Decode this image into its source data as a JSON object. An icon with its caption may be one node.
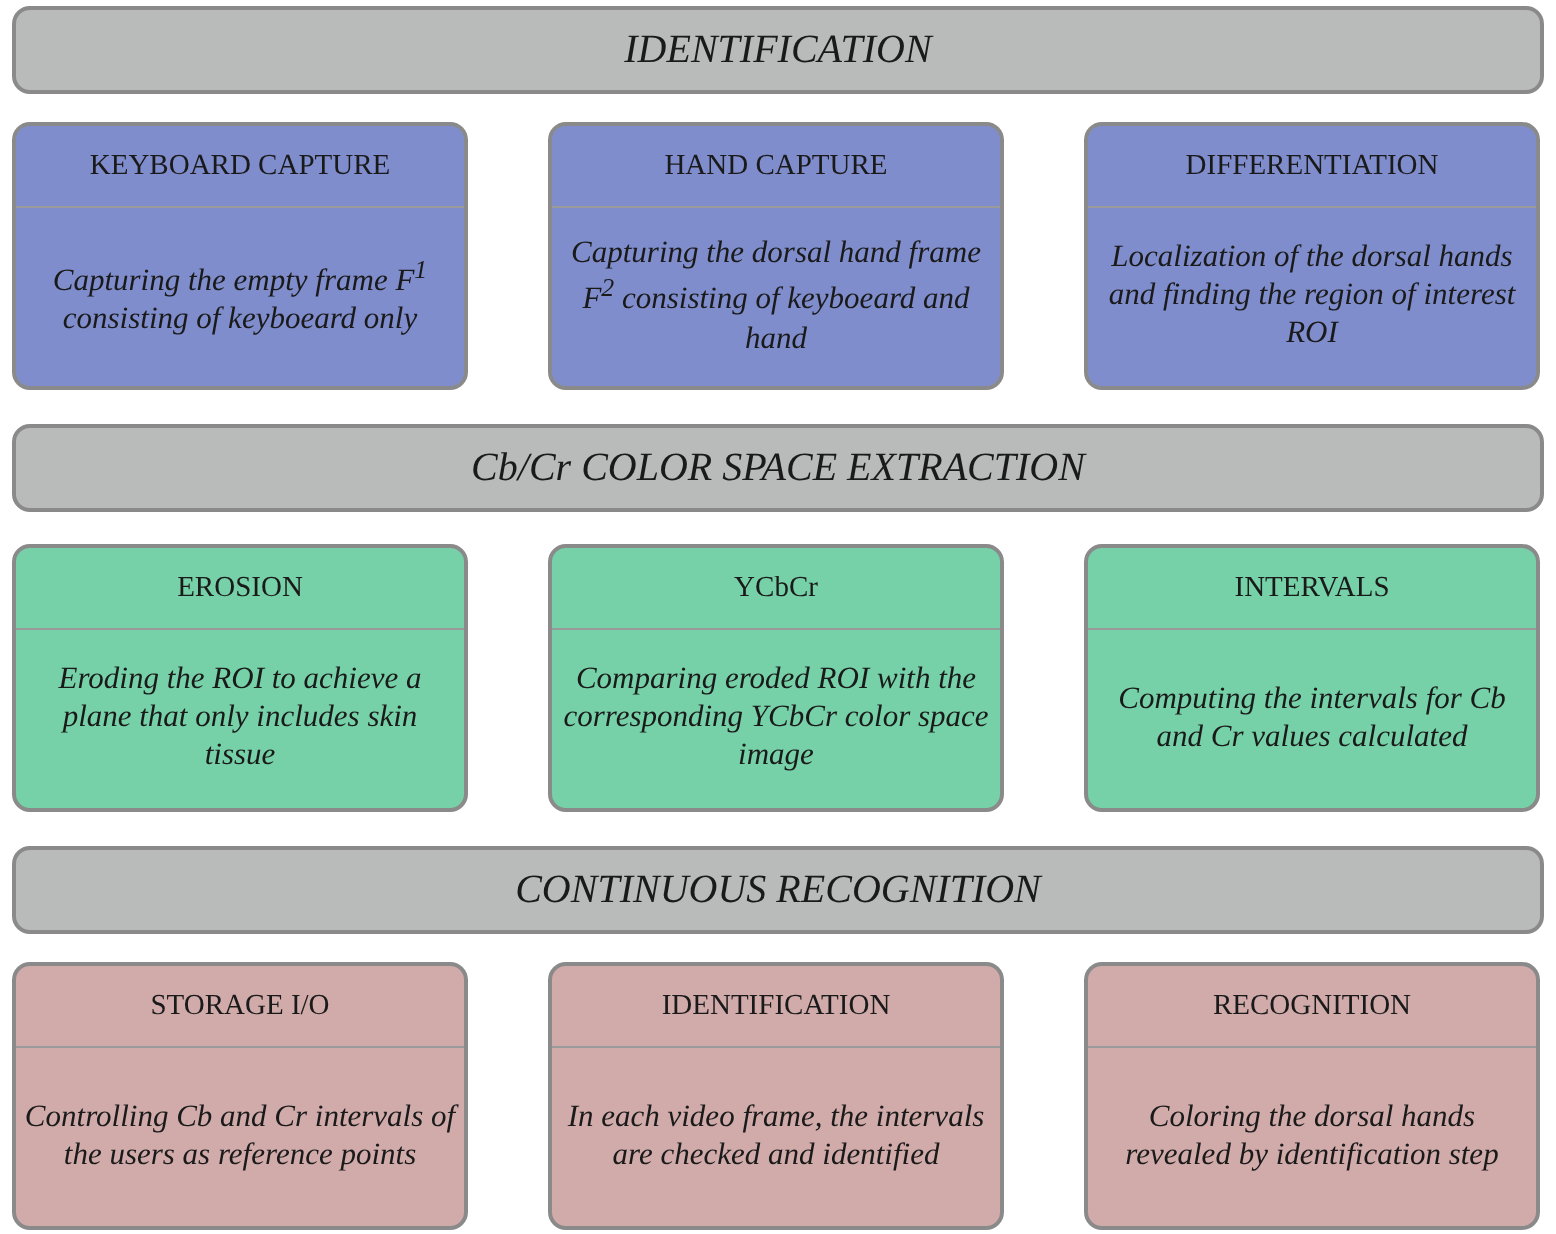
{
  "diagram": {
    "nodes": [
      {
        "text": [
          "IDENTIFICATION"
        ]
      },
      {
        "text": [
          "KEYBOARD CAPTURE",
          "Capturing the empty frame F$^{1}$ consisting of keyboeard only"
        ]
      },
      {
        "text": [
          "HAND CAPTURE",
          "Capturing the dorsal hand frame F$^{2}$ consisting of keyboeard and hand"
        ]
      },
      {
        "text": [
          "DIFFERENTIATION",
          "Localization of the dorsal hands and finding the region of interest ROI"
        ]
      },
      {
        "text": [
          "Cb/Cr COLOR SPACE EXTRACTION"
        ]
      },
      {
        "text": [
          "EROSION",
          "Eroding the ROI to achieve a plane that only includes skin tissue"
        ]
      },
      {
        "text": [
          "YCbCr",
          "Comparing eroded ROI with the corresponding YCbCr color space image"
        ]
      },
      {
        "text": [
          "INTERVALS",
          "Computing the intervals for Cb and Cr values calculated"
        ]
      },
      {
        "text": [
          "CONTINUOUS RECOGNITION"
        ]
      },
      {
        "text": [
          "STORAGE I/O",
          "Controlling Cb and Cr intervals of the users as reference points"
        ]
      },
      {
        "text": [
          "IDENTIFICATION",
          "In each video frame, the intervals are checked and identified"
        ]
      },
      {
        "text": [
          "RECOGNITION",
          "Coloring the dorsal hands revealed by identification step"
        ]
      }
    ]
  }
}
